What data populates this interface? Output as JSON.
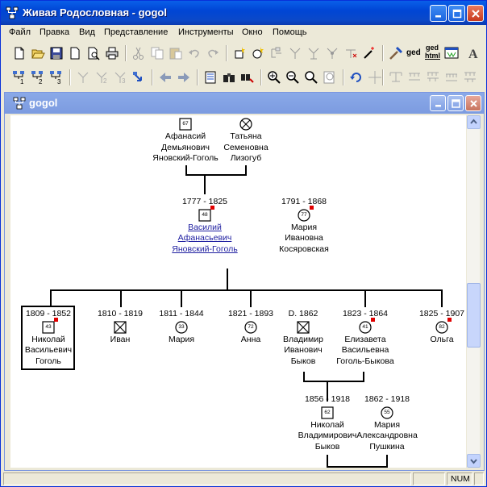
{
  "window": {
    "title": "Живая Родословная - gogol"
  },
  "menu": [
    "Файл",
    "Правка",
    "Вид",
    "Представление",
    "Инструменты",
    "Окно",
    "Помощь"
  ],
  "toolbar": {
    "ged_label": "ged",
    "gedhtml_label_1": "ged",
    "gedhtml_label_2": "html"
  },
  "child_window": {
    "title": "gogol"
  },
  "tree": {
    "grandfather": {
      "dates": "",
      "id": "67",
      "name": [
        "Афанасий",
        "Демьянович",
        "Яновский-Гоголь"
      ]
    },
    "grandmother": {
      "dates": "",
      "id": "",
      "name": [
        "Татьяна",
        "Семеновна",
        "Лизогуб"
      ]
    },
    "father": {
      "dates": "1777 - 1825",
      "id": "48",
      "name": [
        "Василий",
        "Афанасьевич",
        "Яновский-Гоголь"
      ]
    },
    "mother": {
      "dates": "1791 - 1868",
      "id": "77",
      "name": [
        "Мария",
        "Ивановна",
        "Косяровская"
      ]
    },
    "children": [
      {
        "dates": "1809 - 1852",
        "id": "43",
        "name": [
          "Николай",
          "Васильевич",
          "Гоголь"
        ]
      },
      {
        "dates": "1810 - 1819",
        "id": "",
        "name": [
          "Иван"
        ]
      },
      {
        "dates": "1811 - 1844",
        "id": "33",
        "name": [
          "Мария"
        ]
      },
      {
        "dates": "1821 - 1893",
        "id": "72",
        "name": [
          "Анна"
        ]
      },
      {
        "dates": "D. 1862",
        "id": "",
        "name": [
          "Владимир",
          "Иванович",
          "Быков"
        ]
      },
      {
        "dates": "1823 - 1864",
        "id": "41",
        "name": [
          "Елизавета",
          "Васильевна",
          "Гоголь-Быкова"
        ]
      },
      {
        "dates": "1825 - 1907",
        "id": "82",
        "name": [
          "Ольга"
        ]
      }
    ],
    "grandchild_husband": {
      "dates": "1856 - 1918",
      "id": "62",
      "name": [
        "Николай",
        "Владимирович",
        "Быков"
      ]
    },
    "grandchild_wife": {
      "dates": "1862 - 1918",
      "id": "55",
      "name": [
        "Мария",
        "Александровна",
        "Пушкина"
      ]
    }
  },
  "status": {
    "num": "NUM"
  },
  "colors": {
    "titlebar": "#0054e3",
    "link": "#1e1ea0",
    "marker": "#e00000"
  }
}
